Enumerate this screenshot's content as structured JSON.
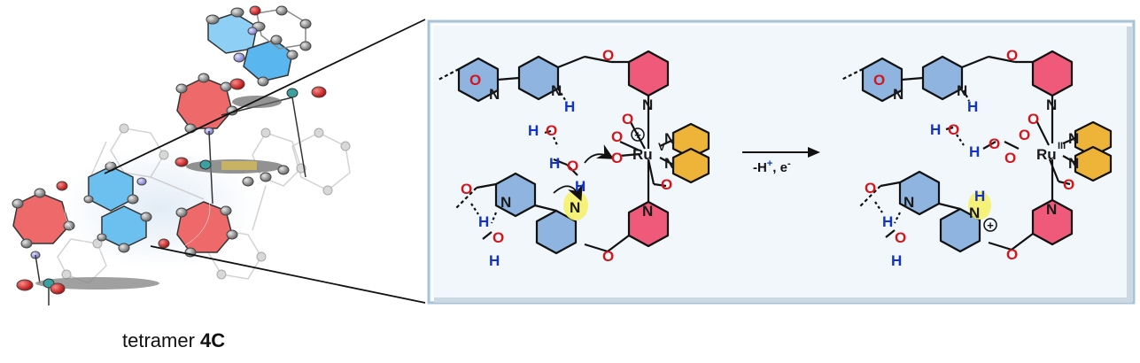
{
  "caption": {
    "prefix": "tetramer ",
    "bold": "4C"
  },
  "arrow_label": {
    "main": "-H",
    "sup_plus": "+",
    "mid": ", e",
    "sup_minus": "-"
  },
  "atoms": {
    "O": "O",
    "N": "N",
    "H": "H",
    "Ru": "Ru"
  },
  "oxidation_states": {
    "left": "V",
    "right": "III"
  },
  "charges": {
    "plus": "+"
  },
  "colors": {
    "pyridine_blue": "#8fb4e0",
    "pyridine_pink": "#ef5a7a",
    "bipy_orange": "#eeb43a",
    "heteroatom_O": "#d2161c",
    "heteroatom_N": "#1a1a1a",
    "hydrogen_blue": "#1133cc",
    "highlight_yellow": "#f6f06a",
    "panel_bg": "#f1f7fb",
    "panel_border": "#a9c3d6",
    "crystal_red": "#ee6a6a",
    "crystal_blue": "#6cc0f0"
  },
  "icons": [
    "reaction-arrow-icon",
    "curved-electron-arrow-icon",
    "charge-circle-icon",
    "zoom-callout-lines-icon"
  ]
}
